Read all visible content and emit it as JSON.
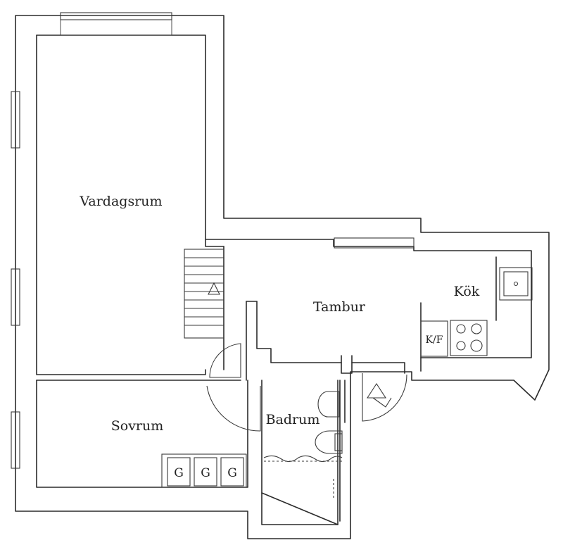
{
  "rooms": {
    "living": "Vardagsrum",
    "hall": "Tambur",
    "kitchen": "Kök",
    "bedroom": "Sovrum",
    "bathroom": "Badrum"
  },
  "fixtures": {
    "fridge_freezer": "K/F",
    "wardrobes": [
      "G",
      "G",
      "G"
    ]
  },
  "colors": {
    "line": "#2b2b2b",
    "background": "#ffffff"
  }
}
